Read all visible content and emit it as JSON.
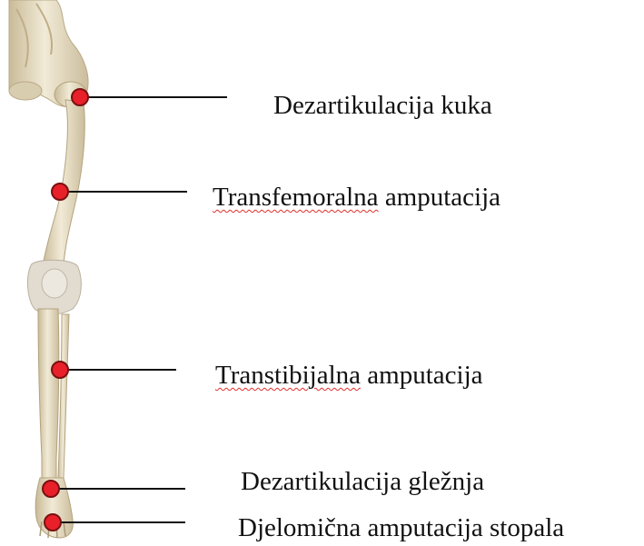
{
  "labels": [
    {
      "id": "hip",
      "text": "Dezartikulacija kuka"
    },
    {
      "id": "transfemoral",
      "word1": "Transfemoralna",
      "word2": "amputacija"
    },
    {
      "id": "transtibial",
      "word1": "Transtibijalna",
      "word2": "amputacija"
    },
    {
      "id": "ankle",
      "text": "Dezartikulacija gležnja"
    },
    {
      "id": "partial_foot",
      "text": "Djelomična amputacija stopala"
    }
  ],
  "colors": {
    "marker_fill": "#e8202a",
    "marker_stroke": "#7a1010",
    "leader_line": "#111111",
    "bone": "#e6dcc2",
    "bone_shade": "#c9bb98",
    "spell_underline": "#e0302a"
  }
}
